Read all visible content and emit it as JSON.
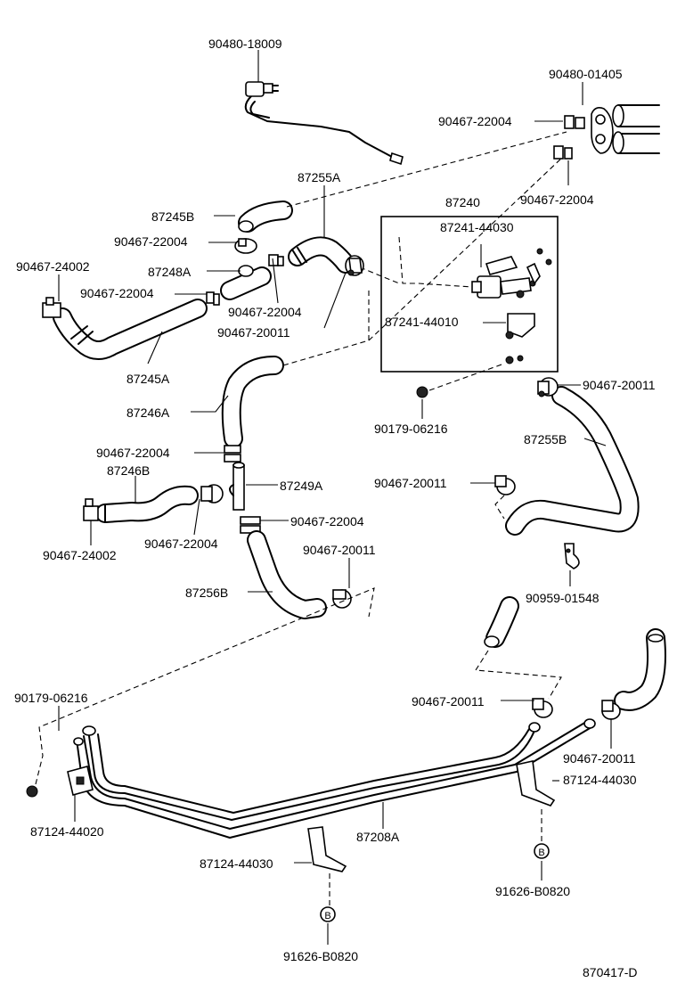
{
  "labels": {
    "p_90480_18009": "90480-18009",
    "p_90480_01405": "90480-01405",
    "p_90467_22004_tr1": "90467-22004",
    "p_90467_22004_tr2": "90467-22004",
    "p_87255A": "87255A",
    "p_87240": "87240",
    "p_87245B": "87245B",
    "p_87241_44030": "87241-44030",
    "p_90467_22004_a": "90467-22004",
    "p_90467_24002_a": "90467-24002",
    "p_87248A": "87248A",
    "p_90467_22004_b": "90467-22004",
    "p_90467_22004_c": "90467-22004",
    "p_87241_44010": "87241-44010",
    "p_90467_20011_a": "90467-20011",
    "p_87245A": "87245A",
    "p_90467_20011_r": "90467-20011",
    "p_87246A": "87246A",
    "p_90179_06216_a": "90179-06216",
    "p_87255B": "87255B",
    "p_90467_22004_d": "90467-22004",
    "p_87246B": "87246B",
    "p_87249A": "87249A",
    "p_90467_20011_b": "90467-20011",
    "p_90467_22004_e": "90467-22004",
    "p_90467_24002_b": "90467-24002",
    "p_90467_22004_f": "90467-22004",
    "p_90467_20011_c": "90467-20011",
    "p_87256B": "87256B",
    "p_90959_01548": "90959-01548",
    "p_90179_06216_b": "90179-06216",
    "p_90467_20011_d": "90467-20011",
    "p_90467_20011_e": "90467-20011",
    "p_87124_44030_r": "87124-44030",
    "p_87124_44020": "87124-44020",
    "p_87208A": "87208A",
    "p_87124_44030_c": "87124-44030",
    "p_91626_B0820_r": "91626-B0820",
    "p_91626_B0820_c": "91626-B0820",
    "marker_b": "B",
    "figure_code": "870417-D"
  }
}
